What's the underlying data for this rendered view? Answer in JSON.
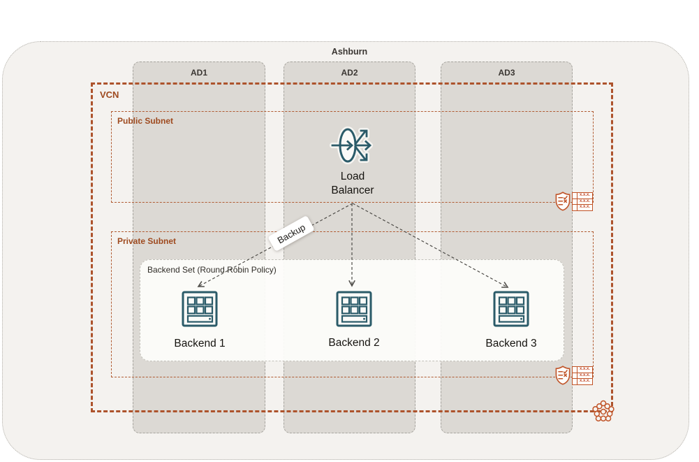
{
  "region": {
    "label": "Ashburn"
  },
  "availability_domains": [
    {
      "label": "AD1"
    },
    {
      "label": "AD2"
    },
    {
      "label": "AD3"
    }
  ],
  "vcn": {
    "label": "VCN"
  },
  "subnets": {
    "public": {
      "label": "Public Subnet"
    },
    "private": {
      "label": "Private Subnet"
    }
  },
  "load_balancer": {
    "label": "Load Balancer"
  },
  "backend_set": {
    "label": "Backend Set (Round Robin Policy)",
    "backends": [
      {
        "label": "Backend 1"
      },
      {
        "label": "Backend 2"
      },
      {
        "label": "Backend 3"
      }
    ]
  },
  "connections": [
    {
      "from": "Load Balancer",
      "to": "Backend 1",
      "label": "Backup",
      "style": "dashed"
    },
    {
      "from": "Load Balancer",
      "to": "Backend 2",
      "label": "",
      "style": "dashed"
    },
    {
      "from": "Load Balancer",
      "to": "Backend 3",
      "label": "",
      "style": "dashed"
    }
  ],
  "route_table_rows": [
    "x.x.x.",
    "x.x.x.",
    "x.x.x."
  ],
  "icons": {
    "load_balancer": "load-balancer-icon",
    "backend_server": "server-grid-icon",
    "security_list": "security-list-shield-icon",
    "route_table": "route-table-icon",
    "vcn_badge": "vcn-honeycomb-icon"
  },
  "colors": {
    "rust_border": "#ad532c",
    "rust_text": "#9e4a1f",
    "teal": "#2b5b69",
    "icon_orange": "#c05327",
    "region_fill": "#f4f2ef",
    "ad_fill": "#dcd9d4",
    "arrow_gray": "#4e4c48"
  }
}
